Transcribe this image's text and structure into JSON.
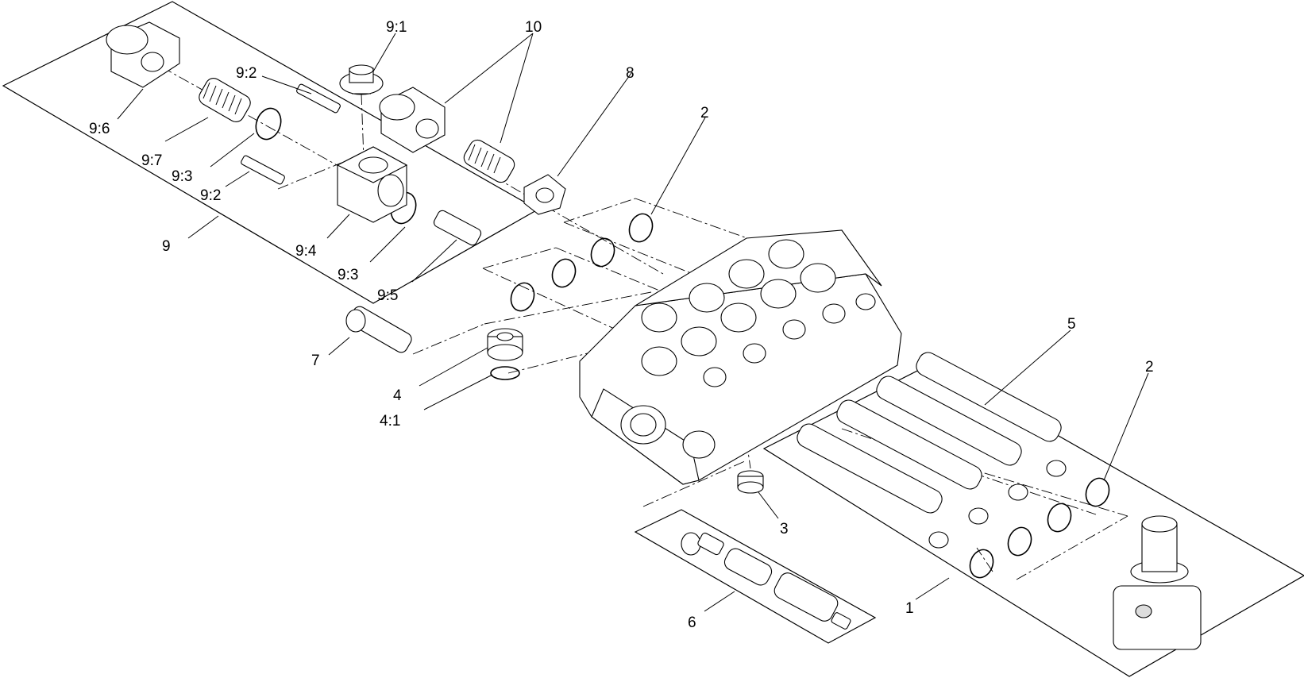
{
  "callouts": {
    "c9_1": "9:1",
    "c10": "10",
    "c8": "8",
    "c2_top": "2",
    "c9_2_top": "9:2",
    "c9_6": "9:6",
    "c9_7": "9:7",
    "c9_3_top": "9:3",
    "c9_2_bottom": "9:2",
    "c9": "9",
    "c9_4": "9:4",
    "c9_3_bottom": "9:3",
    "c9_5": "9:5",
    "c7": "7",
    "c4": "4",
    "c4_1": "4:1",
    "c5": "5",
    "c2_right": "2",
    "c3": "3",
    "c6": "6",
    "c1": "1"
  }
}
